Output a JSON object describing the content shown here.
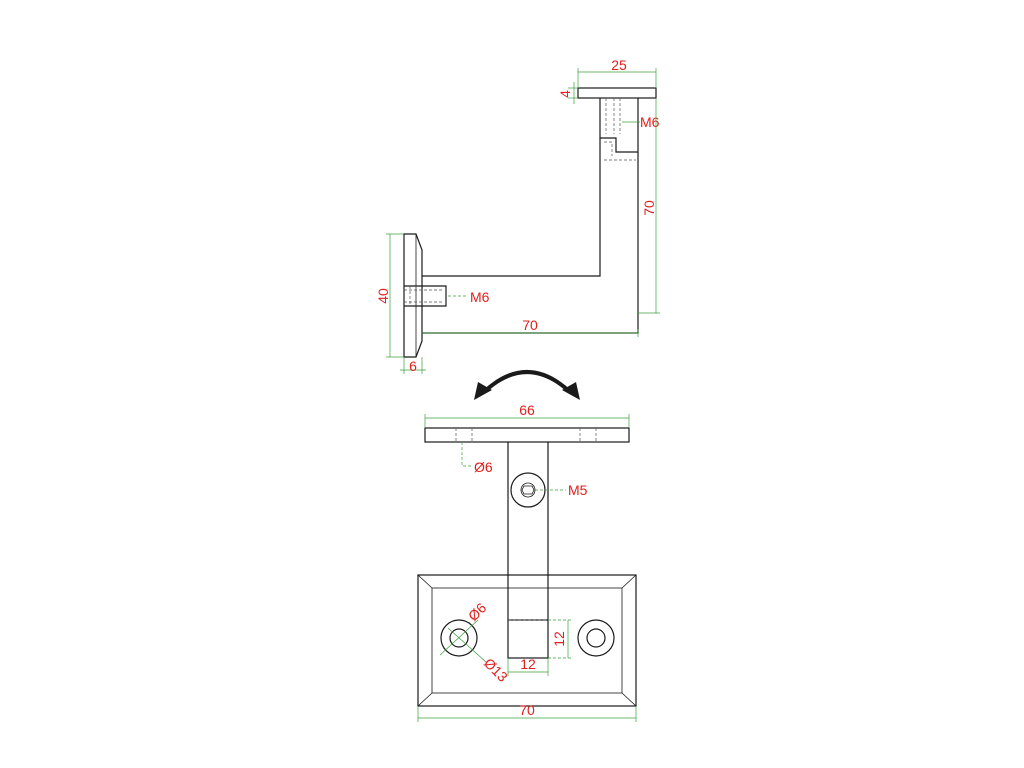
{
  "colors": {
    "outline": "#1a1a1a",
    "dimension_line": "#3aa03a",
    "dimension_text": "#e0201c"
  },
  "icons": {
    "rotation_arrow": "curved-double-arrow-icon"
  },
  "side_view": {
    "top_plate_width": "25",
    "top_plate_thickness": "4",
    "top_thread": "M6",
    "vertical_length": "70",
    "wall_plate_height": "40",
    "side_thread": "M6",
    "horizontal_length": "70",
    "wall_plate_thickness": "6"
  },
  "front_view": {
    "saddle_width": "66",
    "saddle_hole": "Ø6",
    "pivot_screw": "M5",
    "hole_diameter": "Ø6",
    "counterbore_diameter": "Ø13",
    "bar_depth": "12",
    "bar_width": "12",
    "base_width": "70"
  }
}
